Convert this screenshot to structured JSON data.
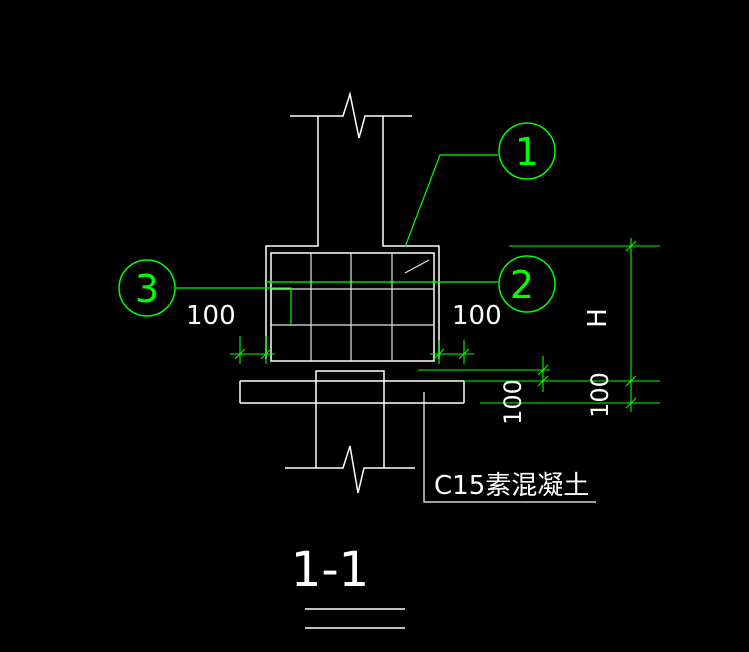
{
  "colors": {
    "background": "#000000",
    "linework": "#ffffff",
    "leaders": "#00ff00",
    "grid": "#e6e6e6"
  },
  "callouts": {
    "c1": "1",
    "c2": "2",
    "c3": "3"
  },
  "dimensions": {
    "left_cover": "100",
    "right_cover": "100",
    "height": "H",
    "bedding_thickness_1": "100",
    "bedding_thickness_2": "100"
  },
  "material_note": "C15素混凝土",
  "section_label": "1-1"
}
